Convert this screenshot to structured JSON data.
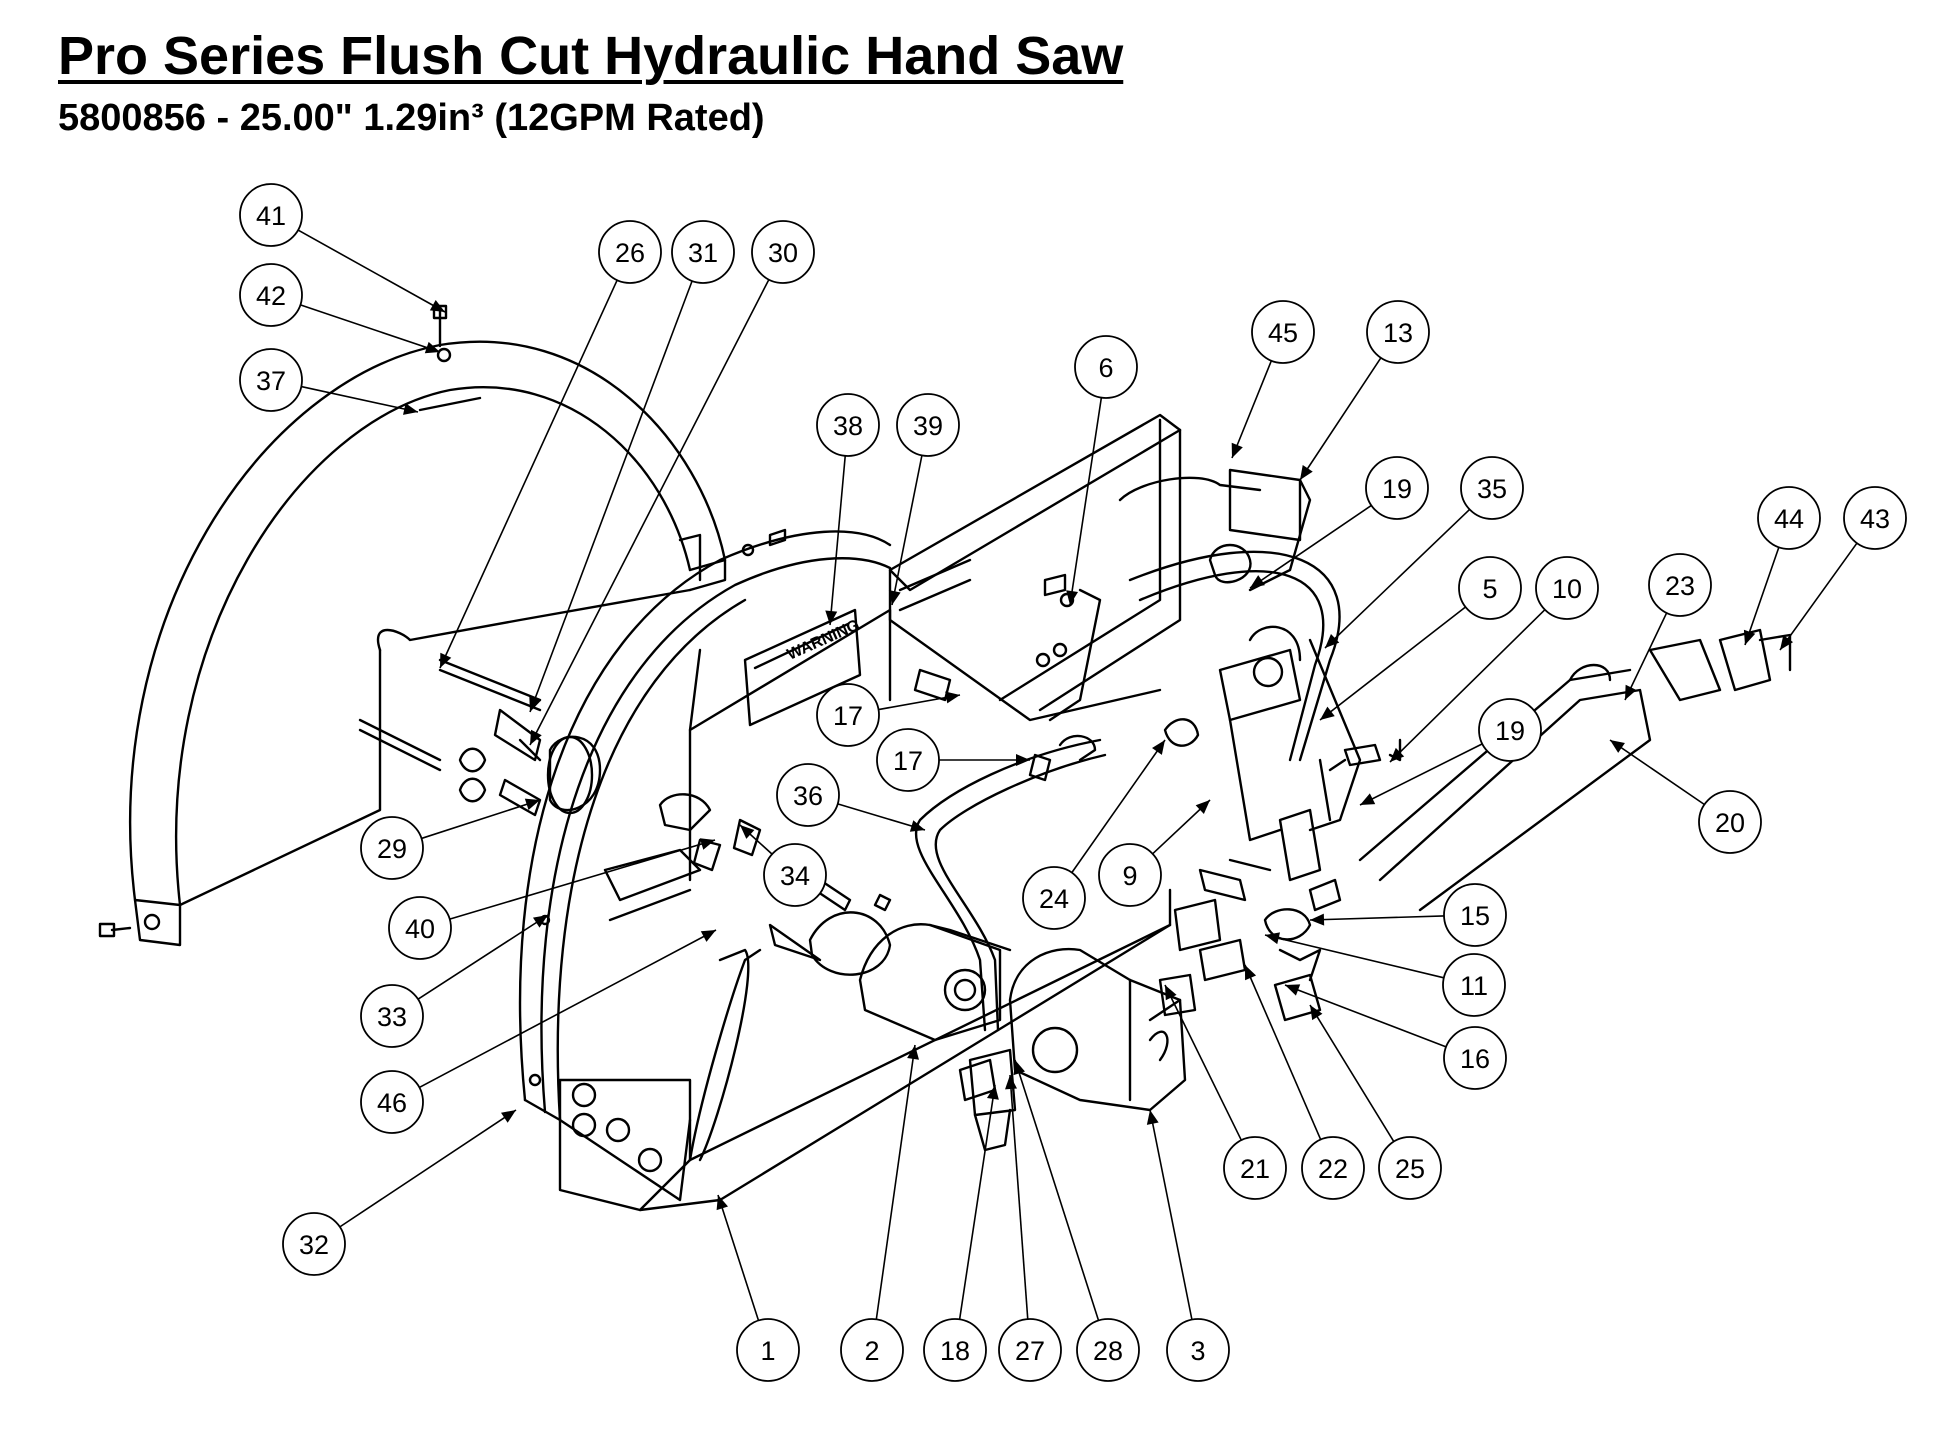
{
  "title": "Pro Series Flush Cut Hydraulic Hand Saw",
  "subtitle": "5800856 - 25.00\" 1.29in³ (12GPM Rated)",
  "decal_text": "WARNING",
  "callouts": [
    "41",
    "42",
    "37",
    "26",
    "31",
    "30",
    "38",
    "39",
    "6",
    "45",
    "13",
    "19",
    "35",
    "5",
    "10",
    "23",
    "44",
    "43",
    "19",
    "20",
    "17",
    "17",
    "36",
    "24",
    "9",
    "34",
    "29",
    "40",
    "33",
    "46",
    "32",
    "15",
    "11",
    "16",
    "21",
    "22",
    "25",
    "1",
    "2",
    "18",
    "27",
    "28",
    "3"
  ]
}
